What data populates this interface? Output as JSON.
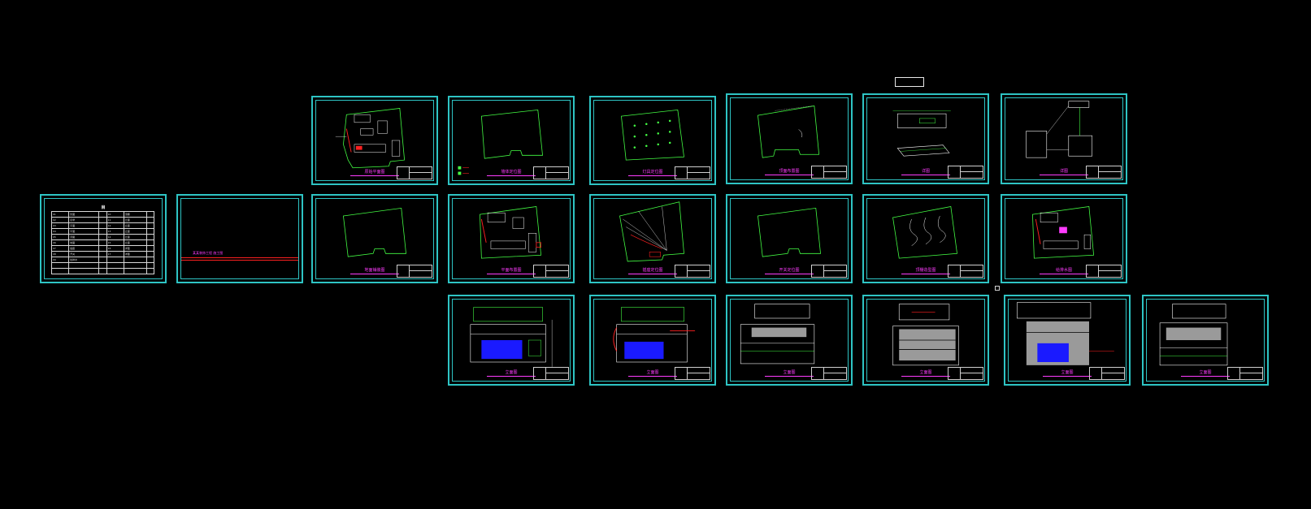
{
  "index_sheet": {
    "title": "目",
    "rows": [
      [
        "01",
        "封面",
        "",
        "10",
        "顶棚",
        ""
      ],
      [
        "02",
        "目录",
        "",
        "11",
        "立面",
        ""
      ],
      [
        "03",
        "平面",
        "",
        "12",
        "立面",
        ""
      ],
      [
        "04",
        "平面",
        "",
        "13",
        "立面",
        ""
      ],
      [
        "05",
        "顶面",
        "",
        "14",
        "立面",
        ""
      ],
      [
        "06",
        "地面",
        "",
        "15",
        "立面",
        ""
      ],
      [
        "07",
        "插座",
        "",
        "16",
        "详图",
        ""
      ],
      [
        "08",
        "开关",
        "",
        "17",
        "详图",
        ""
      ],
      [
        "09",
        "给排水",
        "",
        "",
        "",
        ""
      ],
      [
        "",
        "",
        "",
        "",
        "",
        ""
      ],
      [
        "",
        "",
        "",
        "",
        "",
        ""
      ]
    ]
  },
  "cover_sheet": {
    "title_text": "某某装饰工程 施工图"
  },
  "captions": {
    "row1": [
      "原始平面图",
      "墙体定位图",
      "灯具定位图",
      "顶面布置图",
      "详图",
      "详图"
    ],
    "row2": [
      "地面铺装图",
      "平面布置图",
      "插座定位图",
      "开关定位图",
      "顶棚造型图",
      "给排水图"
    ],
    "row3": [
      "立面图",
      "立面图",
      "立面图",
      "立面图",
      "立面图",
      "立面图"
    ]
  },
  "colors": {
    "background": "#000000",
    "frame": "#2ec4c4",
    "wall": "#44ff44",
    "text": "#ff3cff",
    "highlight": "#ff2020",
    "fill": "#1a1aff"
  }
}
